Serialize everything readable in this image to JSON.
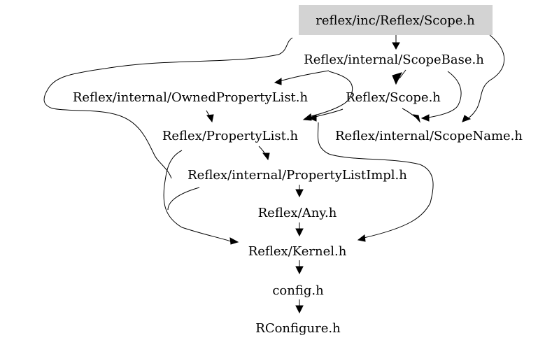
{
  "root": {
    "label": "reflex/inc/Reflex/Scope.h",
    "highlight": "#d3d3d3"
  },
  "nodes": {
    "scopebase": "Reflex/internal/ScopeBase.h",
    "ownedpropertylist": "Reflex/internal/OwnedPropertyList.h",
    "scope": "Reflex/Scope.h",
    "propertylist": "Reflex/PropertyList.h",
    "scopename": "Reflex/internal/ScopeName.h",
    "propertylistimpl": "Reflex/internal/PropertyListImpl.h",
    "any": "Reflex/Any.h",
    "kernel": "Reflex/Kernel.h",
    "config": "config.h",
    "rconfigure": "RConfigure.h"
  }
}
